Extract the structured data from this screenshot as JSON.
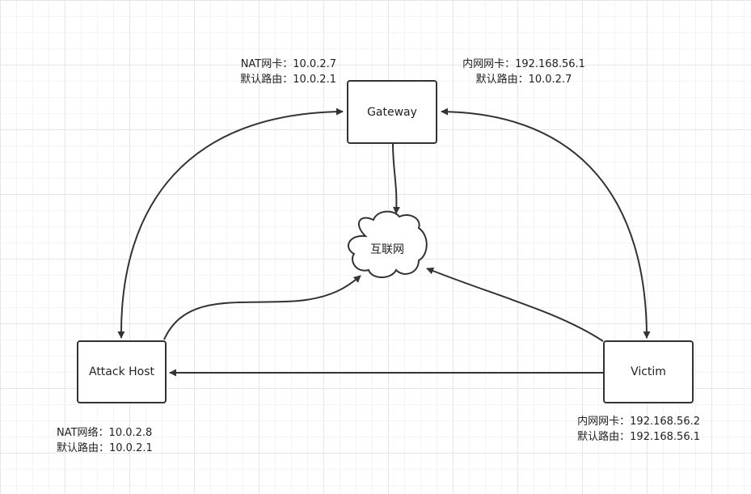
{
  "nodes": {
    "gateway": "Gateway",
    "internet": "互联网",
    "attack_host": "Attack Host",
    "victim": "Victim"
  },
  "notes": {
    "gateway_left": {
      "line1": "NAT网卡：10.0.2.7",
      "line2": "默认路由：10.0.2.1"
    },
    "gateway_right": {
      "line1": "内网网卡：192.168.56.1",
      "line2": "默认路由：10.0.2.7"
    },
    "attack_host": {
      "line1": "NAT网络：10.0.2.8",
      "line2": "默认路由：10.0.2.1"
    },
    "victim": {
      "line1": "内网网卡：192.168.56.2",
      "line2": "默认路由：192.168.56.1"
    }
  },
  "colors": {
    "stroke": "#333333",
    "grid": "#e6e6e6"
  }
}
